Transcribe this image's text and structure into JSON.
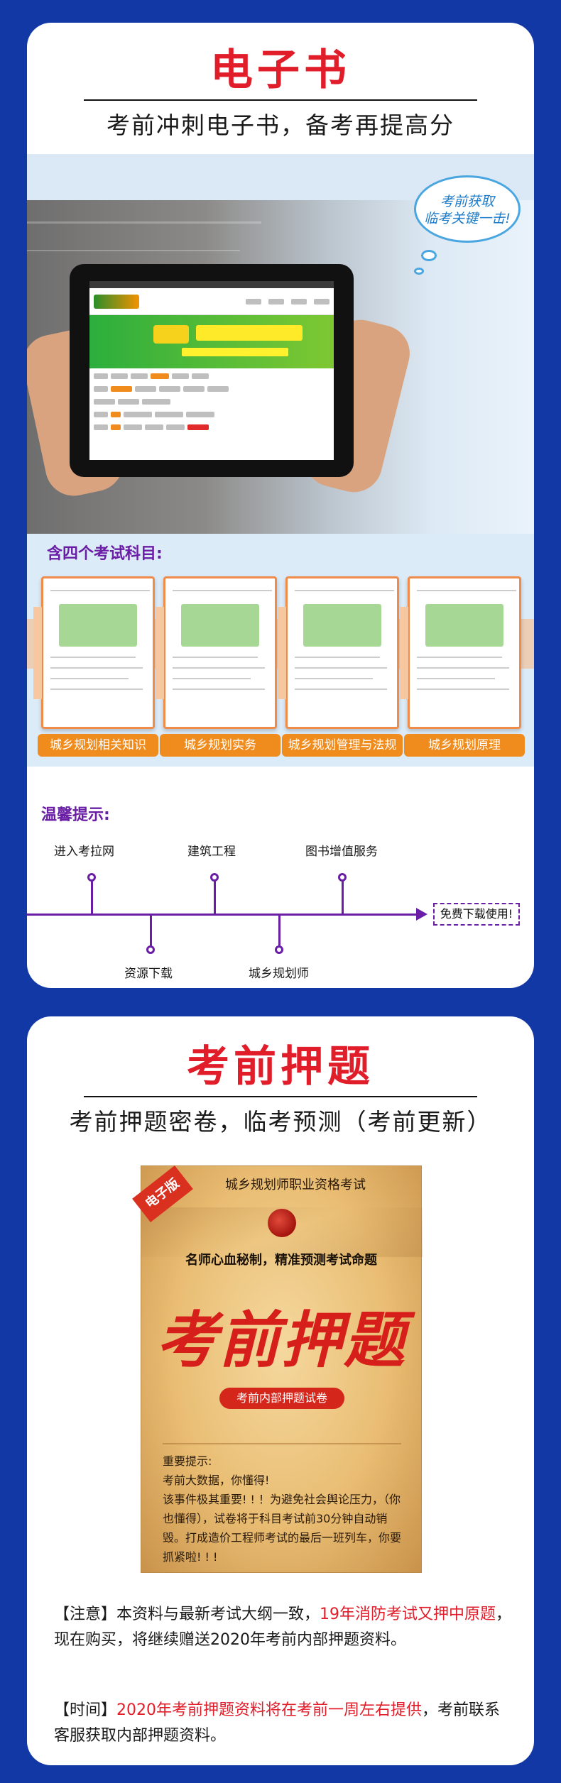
{
  "colors": {
    "background": "#1238a6",
    "accent_red": "#e11d2a",
    "accent_purple": "#6a1ea6",
    "accent_orange": "#f08c1e",
    "bubble_blue": "#1e7bc8"
  },
  "ebook": {
    "title": "电子书",
    "subtitle": "考前冲刺电子书，备考再提高分",
    "bubble": "考前获取\n临考关键一击!",
    "subjects_title": "含四个考试科目:",
    "subjects": [
      "城乡规划相关知识",
      "城乡规划实务",
      "城乡规划管理与法规",
      "城乡规划原理"
    ],
    "tips_title": "温馨提示:",
    "timeline_top": [
      "进入考拉网",
      "建筑工程",
      "图书增值服务"
    ],
    "timeline_bottom": [
      "资源下载",
      "城乡规划师"
    ],
    "timeline_end": "免费下载使用!"
  },
  "exam": {
    "title": "考前押题",
    "subtitle": "考前押题密卷，临考预测（考前更新）",
    "poster": {
      "ribbon": "电子版",
      "header": "城乡规划师职业资格考试",
      "slogan": "名师心血秘制，精准预测考试命题",
      "calligraphy": "考前押题",
      "badge": "考前内部押题试卷",
      "notice": "重要提示:\n考前大数据，你懂得!\n该事件极其重要! ! ！为避免社会舆论压力，（你也懂得），试卷将于科目考试前30分钟自动销毁。打成造价工程师考试的最后一班列车，你要抓紧啦! ! !"
    },
    "note1": {
      "prefix": "【注意】本资料与最新考试大纲一致，",
      "highlight": "19年消防考试又押中原题",
      "suffix": "，现在购买，将继续赠送2020年考前内部押题资料。"
    },
    "note2": {
      "prefix": "【时间】",
      "highlight": "2020年考前押题资料将在考前一周左右提供",
      "suffix": "，考前联系客服获取内部押题资料。"
    }
  }
}
